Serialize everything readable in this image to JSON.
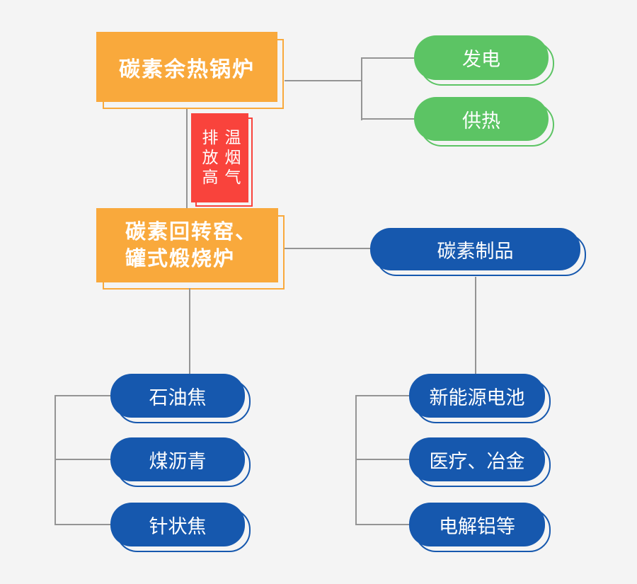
{
  "colors": {
    "bg": "#f4f4f4",
    "orange": "#f9a93c",
    "green": "#5cc464",
    "blue": "#1658ae",
    "red": "#f9433c",
    "line": "#949494",
    "text": "#ffffff"
  },
  "diagram": {
    "boiler": {
      "label": "碳素余热锅炉"
    },
    "outputs": {
      "power": "发电",
      "heat": "供热"
    },
    "flue_gas": {
      "col1": "排放高",
      "col2": "温烟气"
    },
    "kiln": {
      "line1": "碳素回转窑、",
      "line2": "罐式煅烧炉"
    },
    "products": {
      "label": "碳素制品"
    },
    "raw_materials": [
      "石油焦",
      "煤沥青",
      "针状焦"
    ],
    "applications": [
      "新能源电池",
      "医疗、冶金",
      "电解铝等"
    ]
  }
}
